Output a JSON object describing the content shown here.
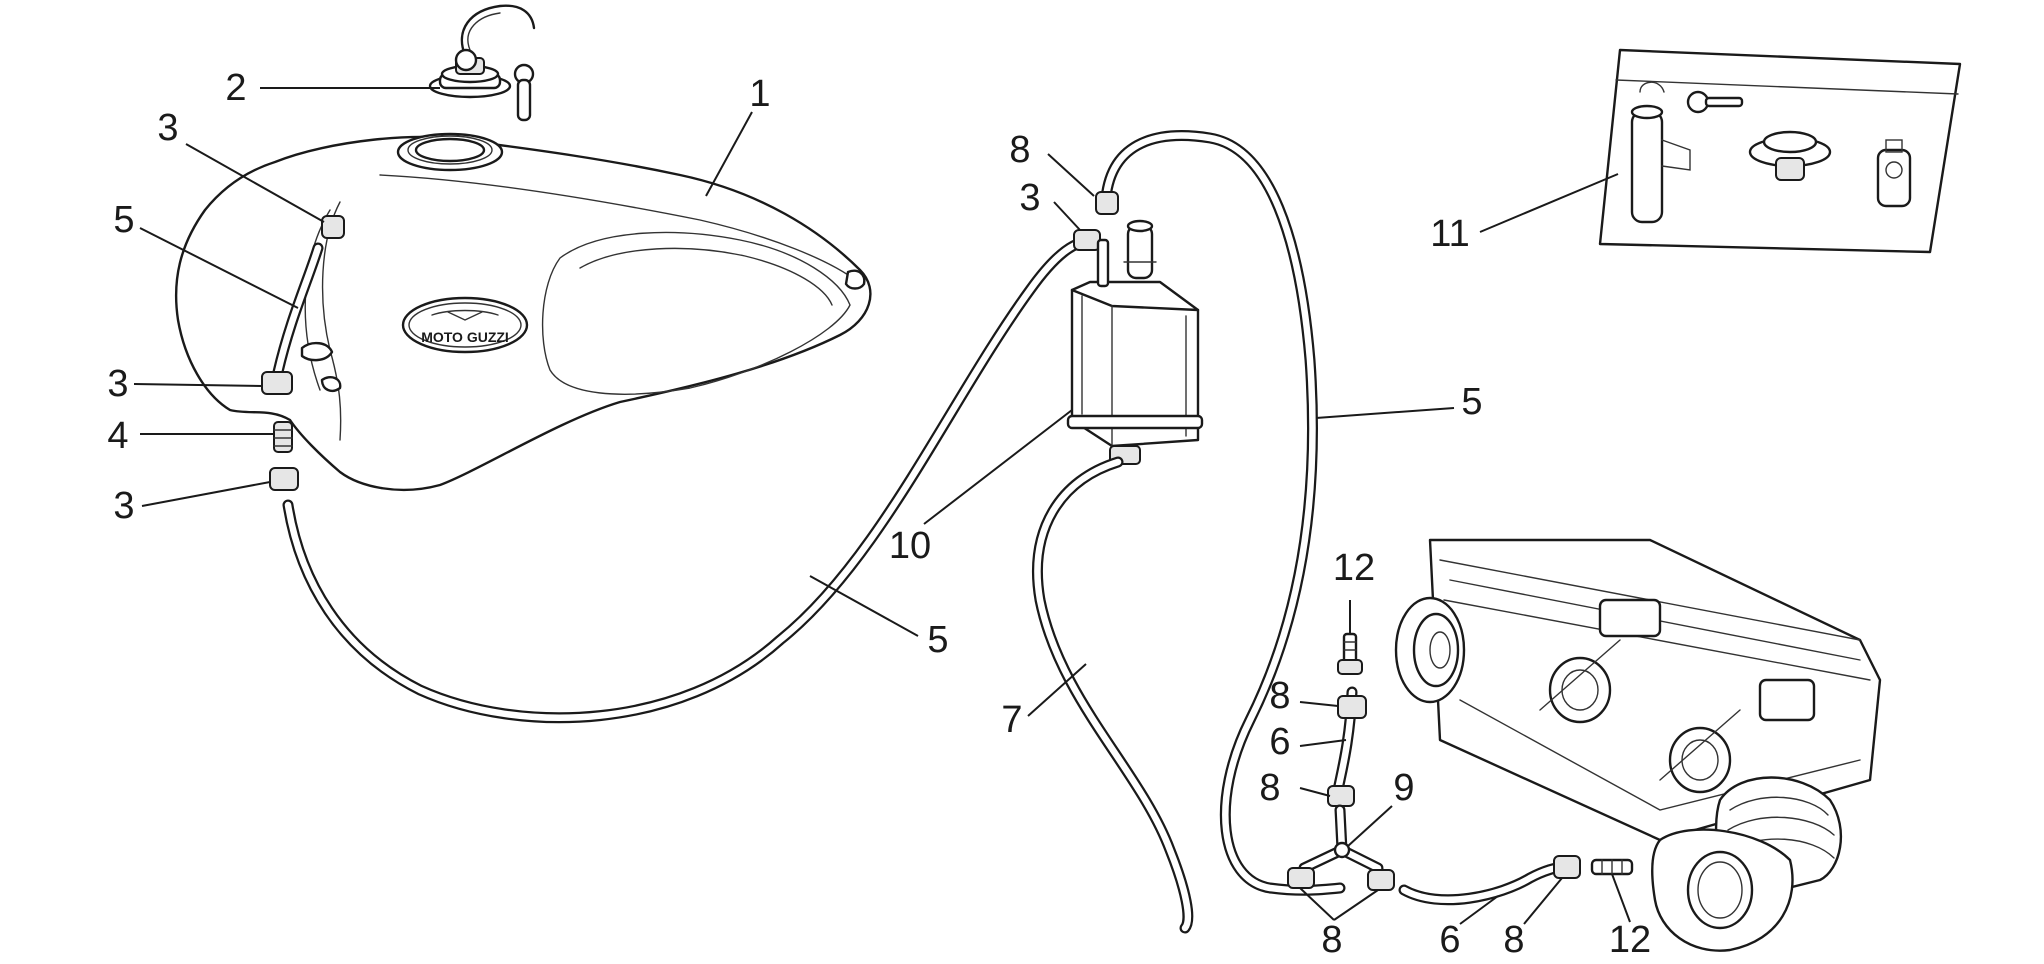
{
  "diagram": {
    "brand_logo_text": "MOTO GUZZI",
    "callouts": [
      {
        "id": "c-2-top",
        "text": "2"
      },
      {
        "id": "c-1-tank",
        "text": "1"
      },
      {
        "id": "c-3-tank-upper",
        "text": "3"
      },
      {
        "id": "c-5-tank-side",
        "text": "5"
      },
      {
        "id": "c-3-tank-lower",
        "text": "3"
      },
      {
        "id": "c-4-valve",
        "text": "4"
      },
      {
        "id": "c-3-below-valve",
        "text": "3"
      },
      {
        "id": "c-5-loop-hose",
        "text": "5"
      },
      {
        "id": "c-8-canister-top",
        "text": "8"
      },
      {
        "id": "c-3-canister",
        "text": "3"
      },
      {
        "id": "c-10-canister",
        "text": "10"
      },
      {
        "id": "c-5-right-hose",
        "text": "5"
      },
      {
        "id": "c-7-drain",
        "text": "7"
      },
      {
        "id": "c-11-kit",
        "text": "11"
      },
      {
        "id": "c-12-upper",
        "text": "12"
      },
      {
        "id": "c-8-upper-clamp",
        "text": "8"
      },
      {
        "id": "c-6-upper-hose",
        "text": "6"
      },
      {
        "id": "c-8-mid-clamp",
        "text": "8"
      },
      {
        "id": "c-9-tee",
        "text": "9"
      },
      {
        "id": "c-8-bottom-left",
        "text": "8"
      },
      {
        "id": "c-6-bottom-hose",
        "text": "6"
      },
      {
        "id": "c-8-bottom-right",
        "text": "8"
      },
      {
        "id": "c-12-bottom",
        "text": "12"
      }
    ]
  }
}
